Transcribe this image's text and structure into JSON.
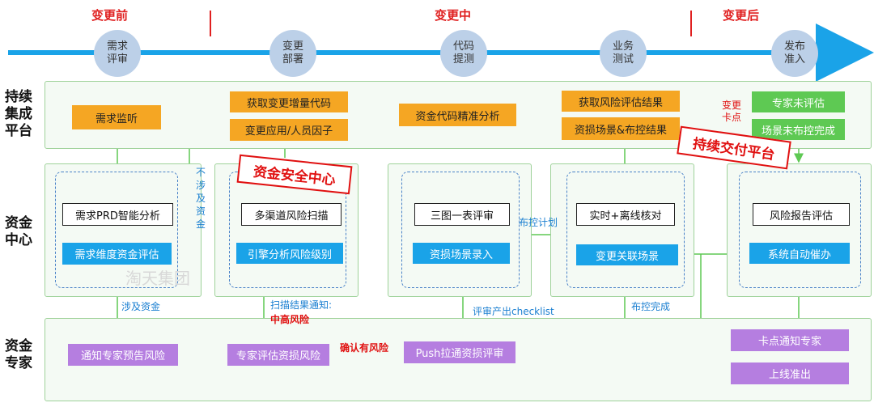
{
  "phases": {
    "before": "变更前",
    "during": "变更中",
    "after": "变更后"
  },
  "timeline_nodes": [
    "需求\n评审",
    "变更\n部署",
    "代码\n提测",
    "业务\n测试",
    "发布\n准入"
  ],
  "rows": {
    "platform": "持续\n集成\n平台",
    "center": "资金\n中心",
    "expert": "资金\n专家"
  },
  "platform": {
    "monitor": "需求监听",
    "get_code": "获取变更增量代码",
    "change_app": "变更应用/人员因子",
    "code_analysis": "资金代码精准分析",
    "get_risk": "获取风险评估结果",
    "scene_ctrl": "资损场景&布控结果",
    "gate": "变更\n卡点",
    "expert_none": "专家未评估",
    "scene_none": "场景未布控完成"
  },
  "center": {
    "prd": "需求PRD智能分析",
    "dim_eval": "需求维度资金评估",
    "multi_scan": "多渠道风险扫描",
    "engine": "引擎分析风险级别",
    "review": "三图一表评审",
    "entry": "资损场景录入",
    "realtime": "实时+离线核对",
    "related": "变更关联场景",
    "report": "风险报告评估",
    "auto": "系统自动催办"
  },
  "expert": {
    "notify": "通知专家预告风险",
    "assess": "专家评估资损风险",
    "push": "Push拉通资损评审",
    "gate_notify": "卡点通知专家",
    "online": "上线准出"
  },
  "notes": {
    "not_fund": "不\n涉\n及\n资\n金",
    "fund": "涉及资金",
    "scan_notify": "扫描结果通知:",
    "mid_high": "中高风险",
    "confirm": "确认有风险",
    "checklist": "评审产出checklist",
    "plan": "布控计划",
    "done": "布控完成"
  },
  "stamps": {
    "fund_center": "资金安全中心",
    "ci_platform": "持续交付平台"
  },
  "watermark": "淘天集团",
  "colors": {
    "orange": "#f5a623",
    "green": "#5ec953",
    "blue": "#1aa3e8",
    "purple": "#b57ee0",
    "red": "#e01010"
  }
}
